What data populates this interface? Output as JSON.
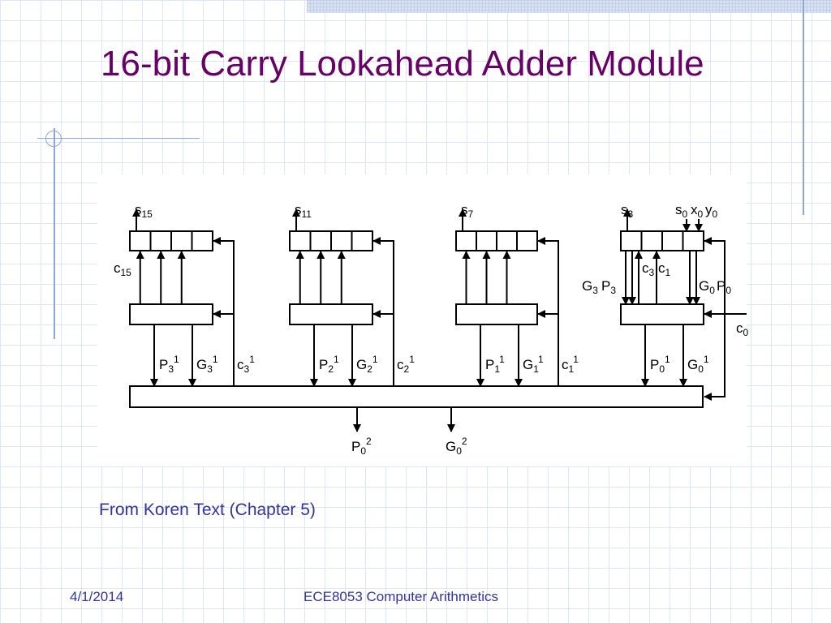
{
  "slide": {
    "title": "16-bit Carry Lookahead Adder Module",
    "caption": "From Koren Text (Chapter 5)",
    "footer": {
      "date": "4/1/2014",
      "course": "ECE8053 Computer Arithmetics"
    }
  },
  "diagram": {
    "groups": [
      {
        "sum_out": "s",
        "sum_out_sub": "15",
        "carry_label": "c",
        "carry_sub": "15",
        "p_label": "P",
        "p_sub": "3",
        "p_sup": "1",
        "g_label": "G",
        "g_sub": "3",
        "g_sup": "1",
        "c_label": "c",
        "c_sub": "3",
        "c_sup": "1"
      },
      {
        "sum_out": "s",
        "sum_out_sub": "11",
        "p_label": "P",
        "p_sub": "2",
        "p_sup": "1",
        "g_label": "G",
        "g_sub": "2",
        "g_sup": "1",
        "c_label": "c",
        "c_sub": "2",
        "c_sup": "1"
      },
      {
        "sum_out": "s",
        "sum_out_sub": "7",
        "p_label": "P",
        "p_sub": "1",
        "p_sup": "1",
        "g_label": "G",
        "g_sub": "1",
        "g_sup": "1",
        "c_label": "c",
        "c_sub": "1",
        "c_sup": "1"
      },
      {
        "sum_out": "s",
        "sum_out_sub": "3",
        "s0": "s",
        "s0_sub": "0",
        "x0": "x",
        "x0_sub": "0",
        "y0": "y",
        "y0_sub": "0",
        "c3_label": "c",
        "c3_sub": "3",
        "c1_label": "c",
        "c1_sub": "1",
        "g3p3_g": "G",
        "g3p3_g_sub": "3",
        "g3p3_p": "P",
        "g3p3_p_sub": "3",
        "g0p0_g": "G",
        "g0p0_g_sub": "0",
        "g0p0_p": "P",
        "g0p0_p_sub": "0",
        "p_label": "P",
        "p_sub": "0",
        "p_sup": "1",
        "g_label": "G",
        "g_sub": "0",
        "g_sup": "1"
      }
    ],
    "carry_in": {
      "label": "c",
      "sub": "0"
    },
    "outputs": [
      {
        "label": "P",
        "sub": "0",
        "sup": "2"
      },
      {
        "label": "G",
        "sub": "0",
        "sup": "2"
      }
    ]
  }
}
